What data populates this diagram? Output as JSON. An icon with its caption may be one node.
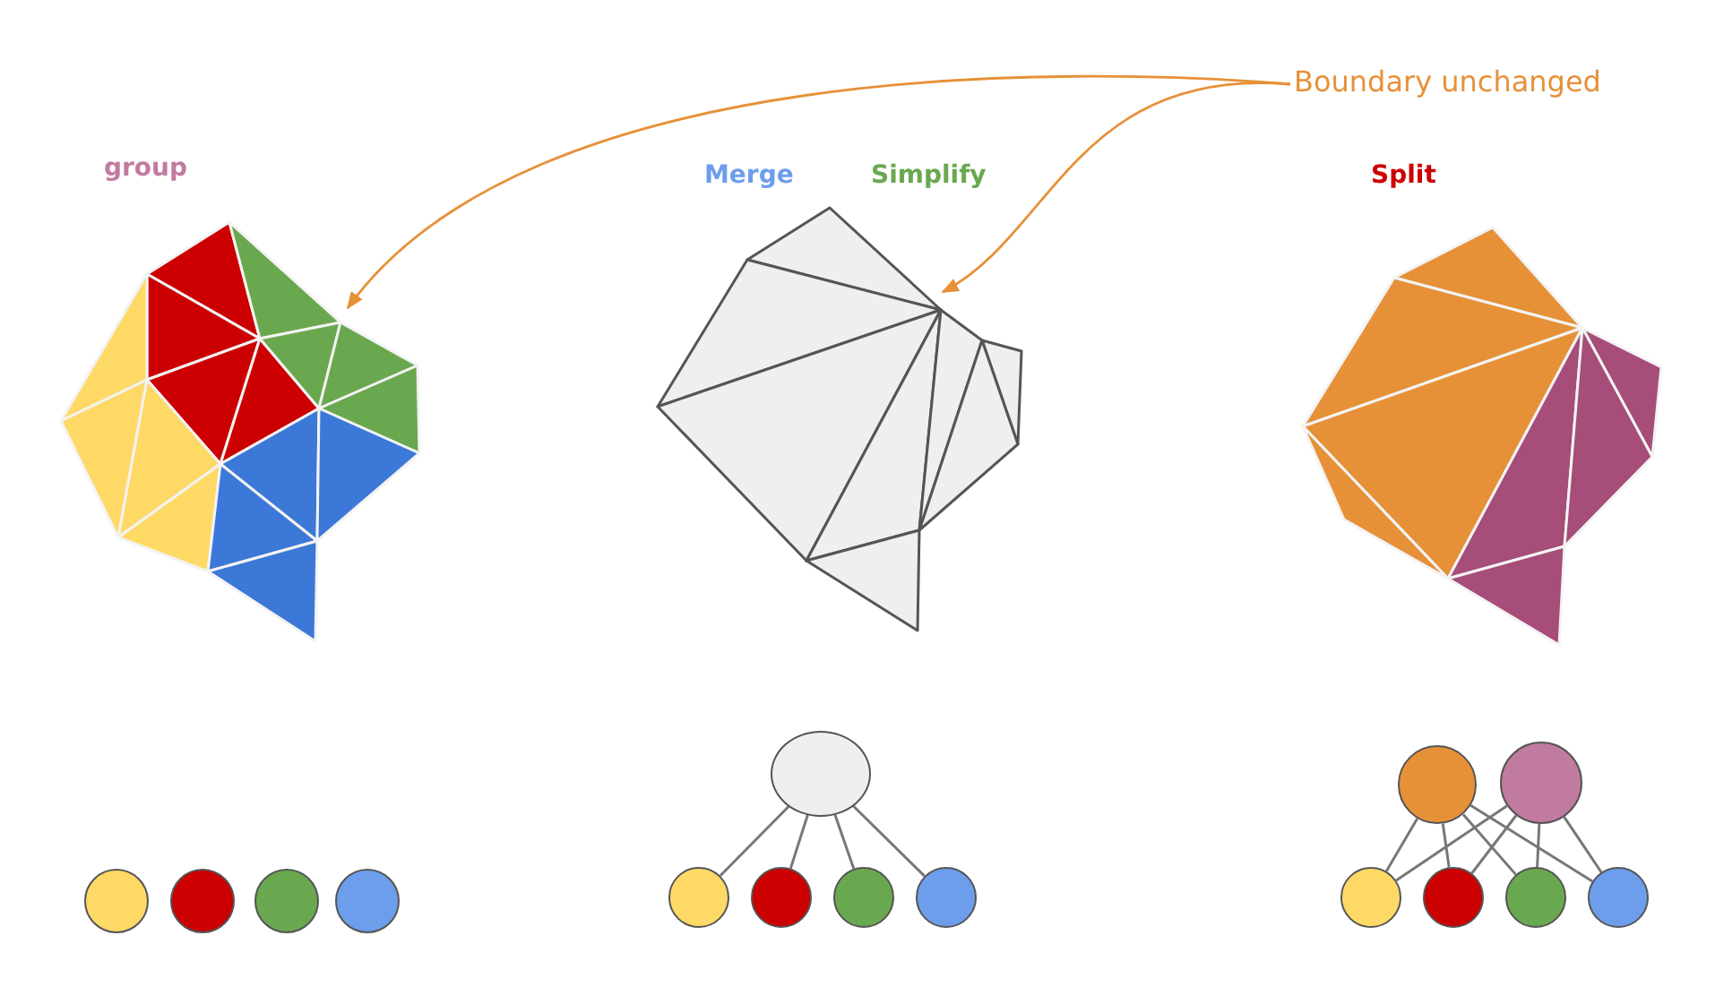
{
  "diagram": {
    "nodes": [
      {
        "text": [
          "Boundary unchanged"
        ]
      },
      {
        "text": [],
        "shape": "picture"
      },
      {
        "text": [],
        "shape": "picture"
      },
      {
        "text": [],
        "shape": "circle"
      },
      {
        "text": [],
        "shape": "circle"
      },
      {
        "text": [],
        "shape": "circle"
      },
      {
        "text": [],
        "shape": "circle"
      },
      {
        "text": [],
        "shape": "circle"
      },
      {
        "text": [],
        "shape": "circle"
      },
      {
        "text": [],
        "shape": "circle"
      },
      {
        "text": [],
        "shape": "circle"
      },
      {
        "text": [],
        "shape": "circle"
      },
      {
        "text": [],
        "shape": "circle"
      },
      {
        "text": [],
        "shape": "circle"
      },
      {
        "text": [],
        "shape": "circle"
      },
      {
        "text": [],
        "shape": "circle"
      },
      {
        "text": [],
        "shape": "circle"
      },
      {
        "text": [],
        "shape": "circle"
      }
    ],
    "edges": [
      {
        "from": 0,
        "to": 1,
        "arrow": "to",
        "color": "#e69138"
      },
      {
        "from": 0,
        "to": 2,
        "arrow": "to",
        "color": "#e69138"
      },
      {
        "from": 7,
        "to": 8,
        "arrow": "none"
      },
      {
        "from": 7,
        "to": 9,
        "arrow": "none"
      },
      {
        "from": 7,
        "to": 10,
        "arrow": "none"
      },
      {
        "from": 7,
        "to": 11,
        "arrow": "none"
      },
      {
        "from": 12,
        "to": 14,
        "arrow": "none"
      },
      {
        "from": 12,
        "to": 15,
        "arrow": "none"
      },
      {
        "from": 12,
        "to": 16,
        "arrow": "none"
      },
      {
        "from": 12,
        "to": 17,
        "arrow": "none"
      },
      {
        "from": 13,
        "to": 14,
        "arrow": "none"
      },
      {
        "from": 13,
        "to": 15,
        "arrow": "none"
      },
      {
        "from": 13,
        "to": 16,
        "arrow": "none"
      },
      {
        "from": 13,
        "to": 17,
        "arrow": "none"
      }
    ],
    "labels": [
      "group",
      "Merge",
      "Simplify",
      "Split"
    ]
  }
}
